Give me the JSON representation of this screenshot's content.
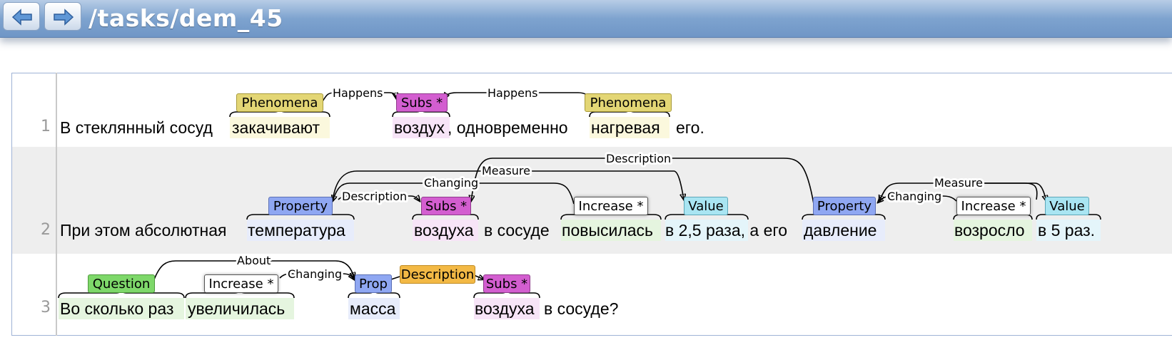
{
  "toolbar": {
    "back_icon": "left-arrow-icon",
    "forward_icon": "right-arrow-icon",
    "document_path": "/tasks/dem_45"
  },
  "colors": {
    "Phenomena": "#e3d675",
    "Subs": "#d35ed0",
    "Property": "#8fa7f2",
    "Value": "#a9e5f2",
    "Increase": "#ffffff",
    "Question": "#7ed86a",
    "Description": "#f3b945"
  },
  "sentences": [
    {
      "number": "1",
      "tokens": [
        "В стеклянный сосуд",
        "закачивают",
        "воздух",
        ", одновременно",
        "нагревая",
        "его."
      ],
      "entities": [
        "Phenomena",
        "Subs *",
        "Phenomena"
      ],
      "relations": [
        "Happens",
        "Happens"
      ]
    },
    {
      "number": "2",
      "tokens": [
        "При этом абсолютная",
        "температура",
        "воздуха",
        "в сосуде",
        "повысилась",
        "в 2,5 раза, а его",
        "давление",
        "возросло",
        "в 5 раз."
      ],
      "entities": [
        "Property",
        "Subs *",
        "Increase *",
        "Value",
        "Property",
        "Increase *",
        "Value"
      ],
      "relations": [
        "Description",
        "Measure",
        "Description",
        "Changing",
        "Changing",
        "Measure"
      ]
    },
    {
      "number": "3",
      "tokens": [
        "Во сколько раз",
        "увеличилась",
        "масса",
        "воздуха",
        "в сосуде?"
      ],
      "entities": [
        "Question",
        "Increase *",
        "Prop",
        "Description",
        "Subs *"
      ],
      "relations": [
        "About",
        "Changing"
      ]
    }
  ]
}
